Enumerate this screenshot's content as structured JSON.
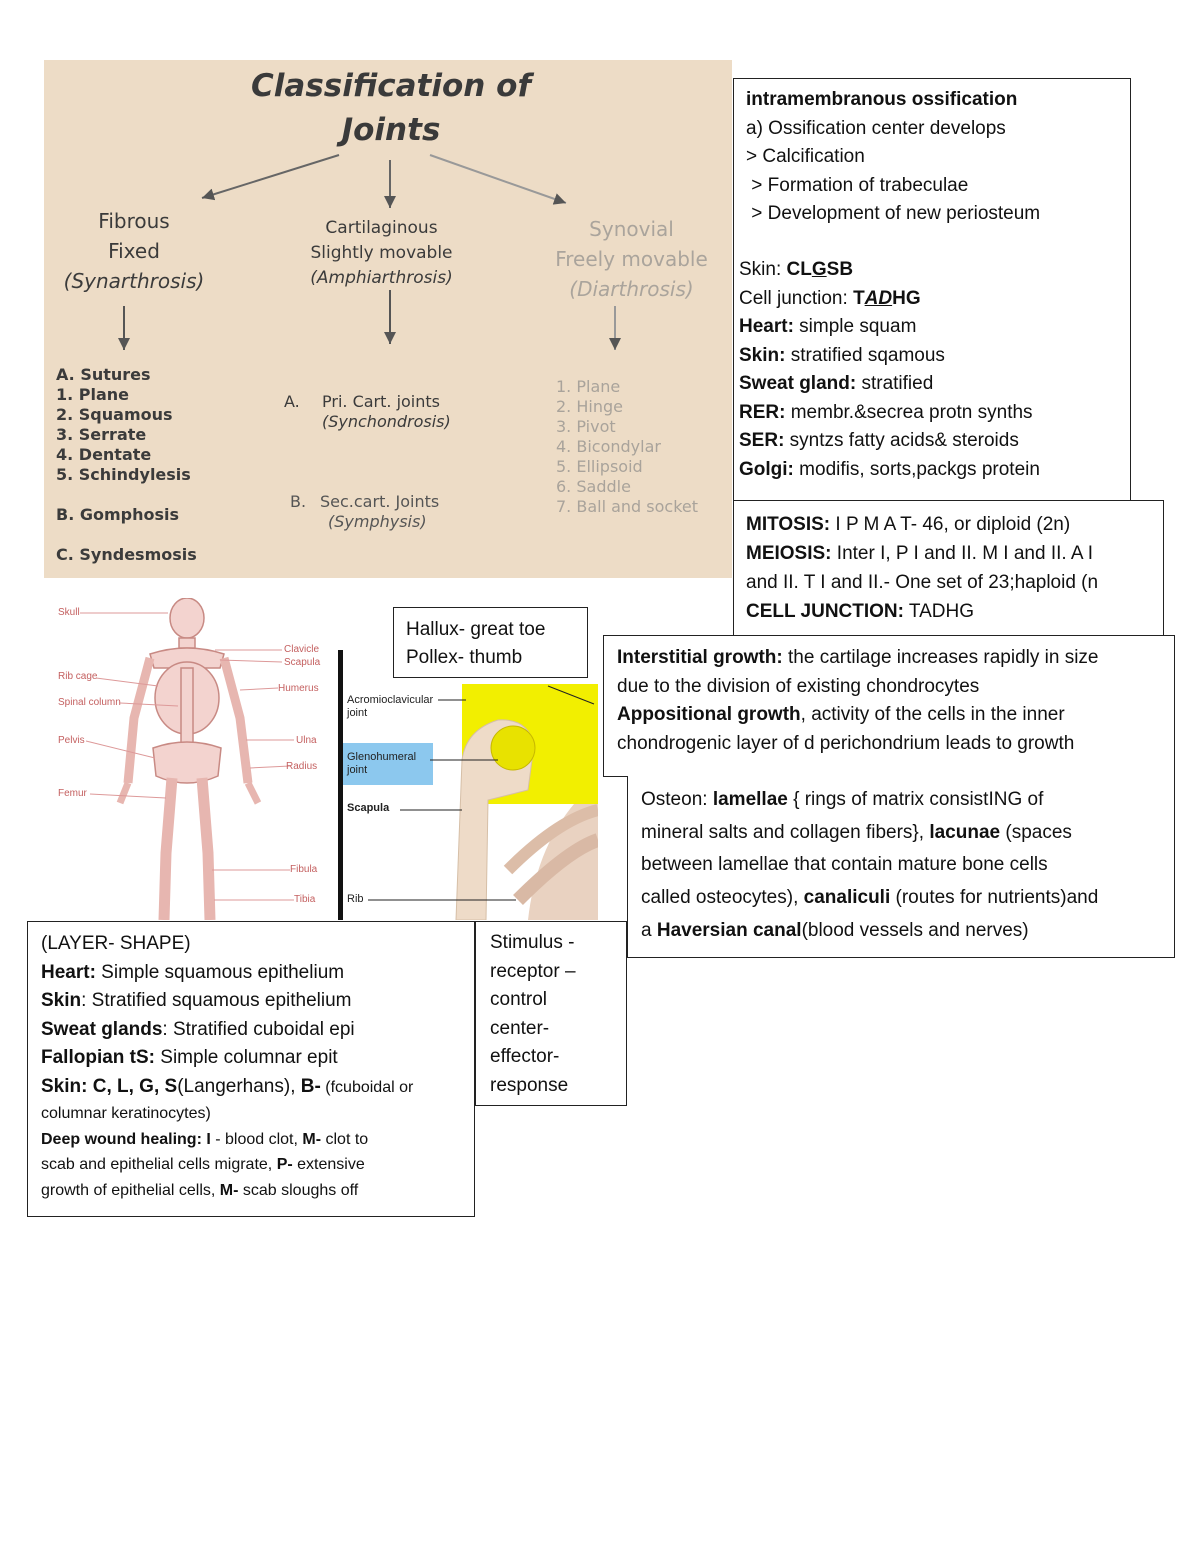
{
  "joints": {
    "title_line1": "Classification of",
    "title_line2": "Joints",
    "fibrous": [
      "Fibrous",
      "Fixed",
      "(Synarthrosis)"
    ],
    "cartilaginous": [
      "Cartilaginous",
      "Slightly movable",
      "(Amphiarthrosis)"
    ],
    "synovial": [
      "Synovial",
      "Freely movable",
      "(Diarthrosis)"
    ],
    "fibrous_list": [
      "A. Sutures",
      "1. Plane",
      "2. Squamous",
      "3. Serrate",
      "4. Dentate",
      "5. Schindylesis",
      "B. Gomphosis",
      "C. Syndesmosis"
    ],
    "cart_list": [
      "A.",
      "Pri. Cart. joints",
      "(Synchondrosis)",
      "B.",
      "Sec.cart. Joints",
      "(Symphysis)"
    ],
    "syn_list": [
      "1.  Plane",
      "2.  Hinge",
      "3.  Pivot",
      "4.  Bicondylar",
      "5.  Ellipsoid",
      "6.  Saddle",
      "7.  Ball and socket"
    ]
  },
  "ossification": {
    "heading": "intramembranous ossification",
    "lines": [
      "a) Ossification center develops",
      "> Calcification",
      " > Formation of trabeculae",
      " > Development of new periosteum"
    ]
  },
  "cells": {
    "skin_label": "Skin: ",
    "skin_a": "CL",
    "skin_g": "G",
    "skin_b": "SB",
    "cj_label": "Cell junction: ",
    "cj_t": "T",
    "cj_ad": "AD",
    "cj_hg": "HG",
    "heart_k": "Heart:",
    "heart_v": " simple squam",
    "skin2_k": "Skin:",
    "skin2_v": " stratified sqamous",
    "sweat_k": "Sweat gland:",
    "sweat_v": " stratified",
    "rer_k": "RER:",
    "rer_v": " membr.&secrea protn synths",
    "ser_k": "SER:",
    "ser_v": " syntzs fatty acids& steroids",
    "golgi_k": "Golgi:",
    "golgi_v": " modifis, sorts,packgs protein"
  },
  "mitosis": {
    "mit_k": "MITOSIS:",
    "mit_v": " I P M A T- 46, or diploid (2n)",
    "mei_k": "MEIOSIS:",
    "mei_v": " Inter I, P I and II. M I and II. A I",
    "mei_v2": "and II. T I and II.- One set of 23;haploid (n",
    "cj_k": "CELL JUNCTION:",
    "cj_v": " TADHG"
  },
  "hallux": {
    "line1": "Hallux- great toe",
    "line2": "Pollex- thumb"
  },
  "growth": {
    "int_k": "Interstitial growth:",
    "int_v": " the cartilage increases rapidly in size",
    "int_v2": "due to the division of existing chondrocytes",
    "app_k": "Appositional growth",
    "app_v": ", activity of the cells in the inner",
    "app_v2": "chondrogenic layer of d perichondrium leads to growth"
  },
  "osteon": {
    "l1a": "Osteon: ",
    "l1b": "lamellae",
    "l1c": " { rings of matrix consistING of",
    "l2": "mineral salts and collagen fibers}, ",
    "l2b": "lacunae",
    "l2c": " (spaces",
    "l3": "between lamellae that contain mature bone cells",
    "l4": "called osteocytes), ",
    "l4b": "canaliculi",
    "l4c": " (routes for nutrients)and",
    "l5": "a ",
    "l5b": "Haversian canal",
    "l5c": "(blood vessels and nerves)"
  },
  "layer": {
    "heading": "(LAYER- SHAPE)",
    "heart_k": "Heart:",
    "heart_v": " Simple squamous epithelium",
    "skin_k": "Skin",
    "skin_v": ": Stratified squamous epithelium",
    "sweat_k": "Sweat glands",
    "sweat_v": ": Stratified cuboidal epi",
    "fall_k": "Fallopian tS:",
    "fall_v": " Simple columnar epit",
    "skin2_k": "Skin: C, L, G, S",
    "skin2_v": "(Langerhans), ",
    "skin2_k2": "B-",
    "skin2_v2": " (fcuboidal or",
    "skin2_v3": "columnar keratinocytes)",
    "dw_k": "Deep wound healing: I",
    "dw_v": " - blood clot, ",
    "dw_k2": "M-",
    "dw_v2": " clot to",
    "dw_v3": "scab and epithelial cells migrate, ",
    "dw_k3": "P-",
    "dw_v4": " extensive",
    "dw_v5": "growth of epithelial cells, ",
    "dw_k4": "M-",
    "dw_v6": " scab sloughs off"
  },
  "stimulus": {
    "lines": [
      "Stimulus -",
      "receptor –",
      "control",
      "center-",
      "effector-",
      "response"
    ]
  },
  "skeleton_labels": [
    "Skull",
    "Clavicle",
    "Scapula",
    "Rib cage",
    "Humerus",
    "Spinal column",
    "Pelvis",
    "Ulna",
    "Radius",
    "Femur",
    "Fibula",
    "Tibia"
  ],
  "shoulder_labels": [
    "Acromioclavicular",
    "joint",
    "Glenohumeral",
    "joint",
    "Scapula",
    "Rib"
  ],
  "colors": {
    "panel_bg": "#eddcc6",
    "highlight_yellow": "#f2ef00",
    "label_blue": "#8cc8ee",
    "bone_pink": "#e7b6b0"
  }
}
